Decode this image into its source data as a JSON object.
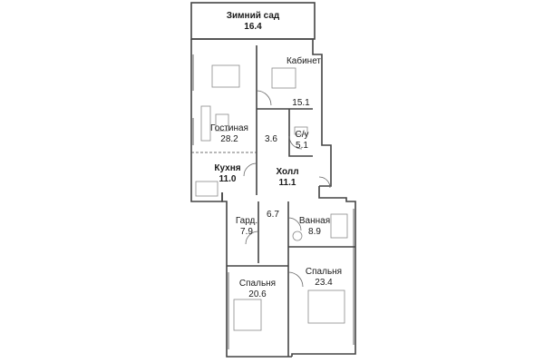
{
  "plan": {
    "rooms": [
      {
        "id": "winter-garden",
        "name": "Зимний сад",
        "area": "16.4",
        "bold": true
      },
      {
        "id": "study",
        "name": "Кабинет",
        "area": "15.1",
        "bold": false
      },
      {
        "id": "living",
        "name": "Гостиная",
        "area": "28.2",
        "bold": false
      },
      {
        "id": "corridor-upper",
        "name": "",
        "area": "3.6",
        "bold": false
      },
      {
        "id": "wc",
        "name": "С/у",
        "area": "5.1",
        "bold": false
      },
      {
        "id": "kitchen",
        "name": "Кухня",
        "area": "11.0",
        "bold": true
      },
      {
        "id": "hall",
        "name": "Холл",
        "area": "11.1",
        "bold": true
      },
      {
        "id": "corridor-lower",
        "name": "",
        "area": "6.7",
        "bold": false
      },
      {
        "id": "wardrobe",
        "name": "Гард.",
        "area": "7.9",
        "bold": false
      },
      {
        "id": "bathroom",
        "name": "Ванная",
        "area": "8.9",
        "bold": false
      },
      {
        "id": "bedroom-right",
        "name": "Спальня",
        "area": "23.4",
        "bold": false
      },
      {
        "id": "bedroom-left",
        "name": "Спальня",
        "area": "20.6",
        "bold": false
      }
    ],
    "colors": {
      "wall": "#444444",
      "furniture": "#8a8a8a",
      "background": "#ffffff"
    }
  }
}
